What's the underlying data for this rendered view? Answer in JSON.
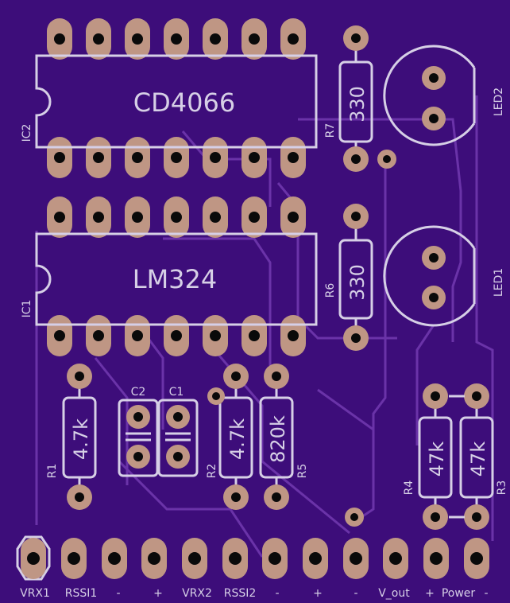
{
  "colors": {
    "board": "#3d0d7a",
    "silkscreen": "#d6cfe6",
    "pad": "#bf9684",
    "hole": "#0a0a0a",
    "trace": "#6a33a8"
  },
  "ic2": {
    "designator": "IC2",
    "part": "CD4066"
  },
  "ic1": {
    "designator": "IC1",
    "part": "LM324"
  },
  "r7": {
    "designator": "R7",
    "value": "330"
  },
  "r6": {
    "designator": "R6",
    "value": "330"
  },
  "led2": {
    "designator": "LED2"
  },
  "led1": {
    "designator": "LED1"
  },
  "r1": {
    "designator": "R1",
    "value": "4.7k"
  },
  "r2": {
    "designator": "R2",
    "value": "4.7k"
  },
  "r5": {
    "designator": "R5",
    "value": "820k"
  },
  "r4": {
    "designator": "R4",
    "value": "47k"
  },
  "r3": {
    "designator": "R3",
    "value": "47k"
  },
  "c2": {
    "designator": "C2"
  },
  "c1": {
    "designator": "C1"
  },
  "header_labels": [
    "VRX1",
    "RSSI1",
    "-",
    "+",
    "VRX2",
    "RSSI2",
    "-",
    "+",
    "-",
    "V_out",
    "+",
    "Power",
    "-"
  ]
}
